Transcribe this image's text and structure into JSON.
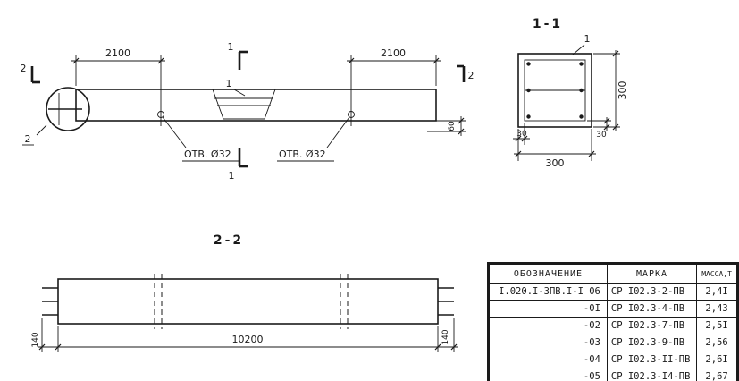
{
  "elevation": {
    "dim_left": "2100",
    "dim_right": "2100",
    "dim_60": "60",
    "hole_label_left": "ОТВ. Ø32",
    "hole_label_right": "ОТВ. Ø32",
    "marker_1_top": "1",
    "marker_1_detail": "1",
    "marker_1_bottom": "1",
    "marker_2_left": "2",
    "marker_2_right": "2",
    "detail_circle_label": "2"
  },
  "section_1_1": {
    "title": "1-1",
    "leader_label": "1",
    "dim_width": "300",
    "dim_height": "300",
    "dim_cover_bottom": "30",
    "dim_cover_right": "30"
  },
  "section_2_2": {
    "title": "2-2",
    "dim_length": "10200",
    "dim_end_left": "140",
    "dim_end_right": "140"
  },
  "table": {
    "headers": [
      "ОБОЗНАЧЕНИЕ",
      "МАРКА",
      "МАССА,Т"
    ],
    "rows": [
      {
        "designation": "I.020.I-3ПВ.I-I 06",
        "mark": "СР I02.3-2-ПВ",
        "mass": "2,4I"
      },
      {
        "designation": "-0I",
        "mark": "СР I02.3-4-ПВ",
        "mass": "2,43"
      },
      {
        "designation": "-02",
        "mark": "СР I02.3-7-ПВ",
        "mass": "2,5I"
      },
      {
        "designation": "-03",
        "mark": "СР I02.3-9-ПВ",
        "mass": "2,56"
      },
      {
        "designation": "-04",
        "mark": "СР I02.3-II-ПВ",
        "mass": "2,6I"
      },
      {
        "designation": "-05",
        "mark": "СР I02.3-I4-ПВ",
        "mass": "2,67"
      }
    ]
  }
}
